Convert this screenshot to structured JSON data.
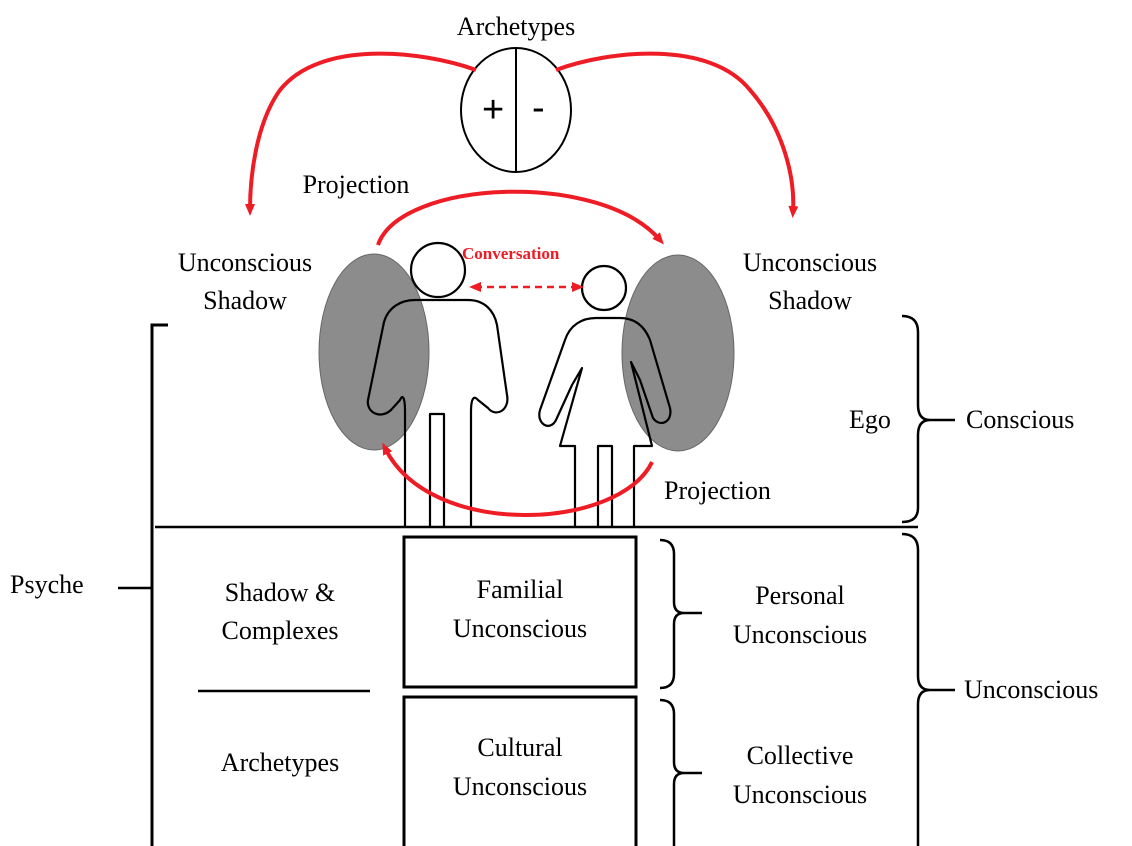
{
  "colors": {
    "arrow": "#ee1c24",
    "shadow_fill": "#8c8c8c",
    "line": "#000000"
  },
  "archetype_circle": {
    "title": "Archetypes",
    "positive": "+",
    "negative": "-"
  },
  "projection_top": "Projection",
  "projection_bottom": "Projection",
  "conversation": "Conversation",
  "left_shadow": {
    "line1": "Unconscious",
    "line2": "Shadow"
  },
  "right_shadow": {
    "line1": "Unconscious",
    "line2": "Shadow"
  },
  "ego": "Ego",
  "conscious": "Conscious",
  "psyche": "Psyche",
  "unconscious": "Unconscious",
  "shadow_complexes": {
    "line1": "Shadow &",
    "line2": "Complexes"
  },
  "archetypes_lower": "Archetypes",
  "familial": {
    "line1": "Familial",
    "line2": "Unconscious"
  },
  "cultural": {
    "line1": "Cultural",
    "line2": "Unconscious"
  },
  "personal": {
    "line1": "Personal",
    "line2": "Unconscious"
  },
  "collective": {
    "line1": "Collective",
    "line2": "Unconscious"
  }
}
